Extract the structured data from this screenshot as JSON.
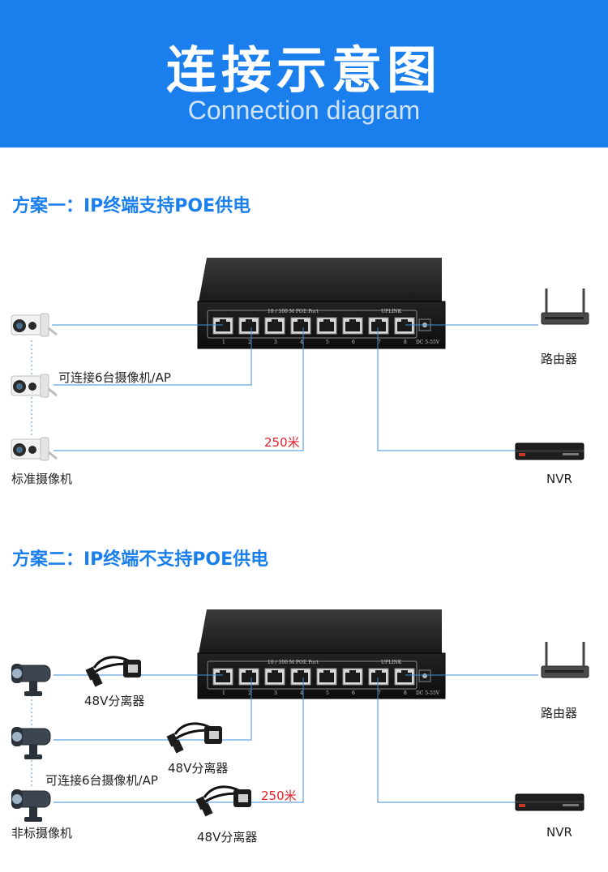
{
  "header": {
    "title": "连接示意图",
    "subtitle": "Connection diagram"
  },
  "scheme1": {
    "title": "方案一：IP终端支持POE供电",
    "camera_note": "可连接6台摄像机/AP",
    "camera_type": "标准摄像机",
    "distance": "250米",
    "router": "路由器",
    "nvr": "NVR"
  },
  "scheme2": {
    "title": "方案二：IP终端不支持POE供电",
    "splitter": "48V分离器",
    "camera_note": "可连接6台摄像机/AP",
    "camera_type": "非标摄像机",
    "distance": "250米",
    "router": "路由器",
    "nvr": "NVR"
  },
  "switch": {
    "poe_label": "10 / 100 M  POE Port",
    "uplink_label": "UPLINK",
    "power_label": "DC 5-55V",
    "ports": [
      "1",
      "2",
      "3",
      "4",
      "5",
      "6",
      "7",
      "8"
    ]
  },
  "colors": {
    "banner": "#1a7fec",
    "heading": "#1a7fec",
    "line": "#3b8fd8",
    "distance": "#e5202b"
  }
}
